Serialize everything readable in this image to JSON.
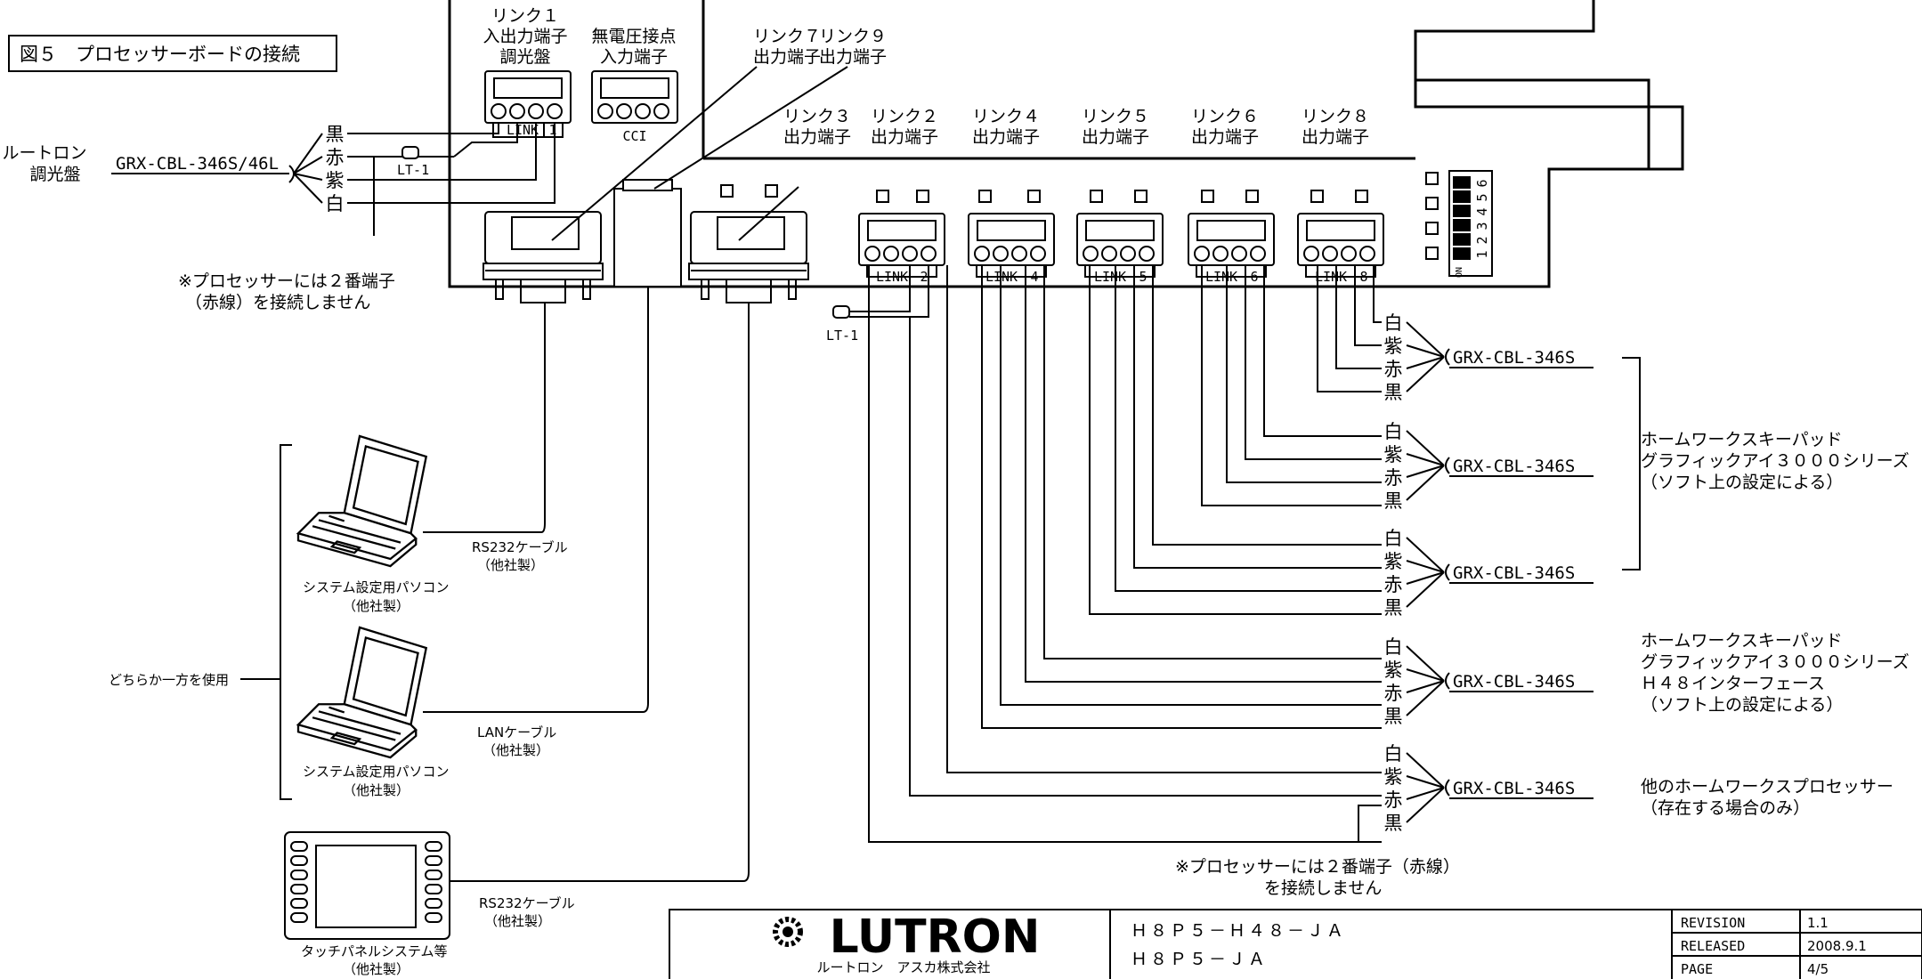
{
  "figure_title": "図５　プロセッサーボードの接続",
  "left_cable": {
    "device": [
      "ルートロン",
      "調光盤"
    ],
    "cable": "GRX-CBL-346S/46L",
    "wires": [
      "黒",
      "赤",
      "紫",
      "白"
    ],
    "lt_label": "LT-1",
    "note": [
      "※プロセッサーには２番端子",
      "（赤線）を接続しません"
    ]
  },
  "connector_headers": {
    "link1": [
      "リンク１",
      "入出力端子",
      "調光盤"
    ],
    "cci": [
      "無電圧接点",
      "入力端子"
    ],
    "link7": [
      "リンク７",
      "出力端子"
    ],
    "link9": [
      "リンク９",
      "出力端子"
    ],
    "link3": [
      "リンク３",
      "出力端子"
    ],
    "link2": [
      "リンク２",
      "出力端子"
    ],
    "link4": [
      "リンク４",
      "出力端子"
    ],
    "link5": [
      "リンク５",
      "出力端子"
    ],
    "link6": [
      "リンク６",
      "出力端子"
    ],
    "link8": [
      "リンク８",
      "出力端子"
    ]
  },
  "board": {
    "link_label": "LINK",
    "cci_label": "CCI",
    "link_numbers": [
      "1",
      "2",
      "4",
      "5",
      "6",
      "8"
    ],
    "dip_numbers": [
      "1",
      "2",
      "3",
      "4",
      "5",
      "6"
    ],
    "dip_on_label": "ON",
    "lt_label": "LT-1"
  },
  "pcs": [
    {
      "label": [
        "システム設定用パソコン",
        "（他社製）"
      ],
      "cable": [
        "RS232ケーブル",
        "（他社製）"
      ]
    },
    {
      "label": [
        "システム設定用パソコン",
        "（他社製）"
      ],
      "cable": [
        "LANケーブル",
        "（他社製）"
      ]
    }
  ],
  "choose_one": "どちらか一方を使用",
  "touch_panel": {
    "label": [
      "タッチパネルシステム等",
      "（他社製）"
    ],
    "cable": [
      "RS232ケーブル",
      "（他社製）"
    ]
  },
  "right_wires": [
    "白",
    "紫",
    "赤",
    "黒"
  ],
  "right_cable": "GRX-CBL-346S",
  "groups": {
    "keypad": [
      "ホームワークスキーパッド",
      "グラフィックアイ３０００シリーズ",
      "（ソフト上の設定による）"
    ],
    "h48": [
      "ホームワークスキーパッド",
      "グラフィックアイ３０００シリーズ",
      "Ｈ４８インターフェース",
      "（ソフト上の設定による）"
    ],
    "processor": [
      "他のホームワークスプロセッサー",
      "（存在する場合のみ）"
    ]
  },
  "bottom_note": [
    "※プロセッサーには２番端子（赤線）",
    "を接続しません"
  ],
  "title_block": {
    "logo": "LUTRON",
    "company": "ルートロン　アスカ株式会社",
    "models": [
      "Ｈ８Ｐ５－Ｈ４８－ＪＡ",
      "Ｈ８Ｐ５－ＪＡ"
    ],
    "revision_label": "REVISION",
    "revision": "1.1",
    "released_label": "RELEASED",
    "released": "2008.9.1",
    "page_label": "PAGE",
    "page": "4/5"
  }
}
